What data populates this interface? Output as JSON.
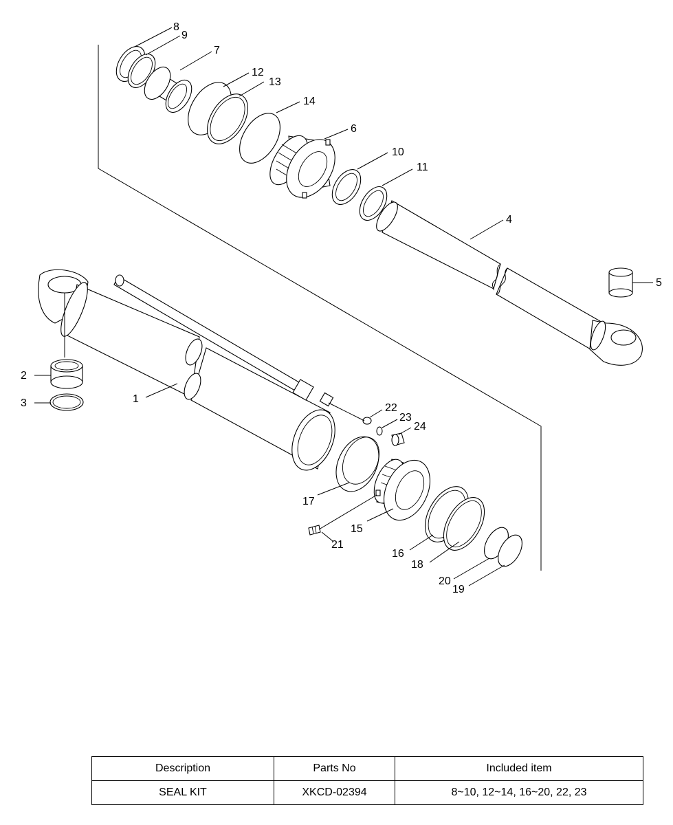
{
  "callouts": [
    "1",
    "2",
    "3",
    "4",
    "5",
    "6",
    "7",
    "8",
    "9",
    "10",
    "11",
    "12",
    "13",
    "14",
    "15",
    "16",
    "17",
    "18",
    "19",
    "20",
    "21",
    "22",
    "23",
    "24"
  ],
  "table": {
    "headers": [
      "Description",
      "Parts No",
      "Included item"
    ],
    "rows": [
      [
        "SEAL KIT",
        "XKCD-02394",
        "8~10, 12~14, 16~20, 22, 23"
      ]
    ]
  }
}
